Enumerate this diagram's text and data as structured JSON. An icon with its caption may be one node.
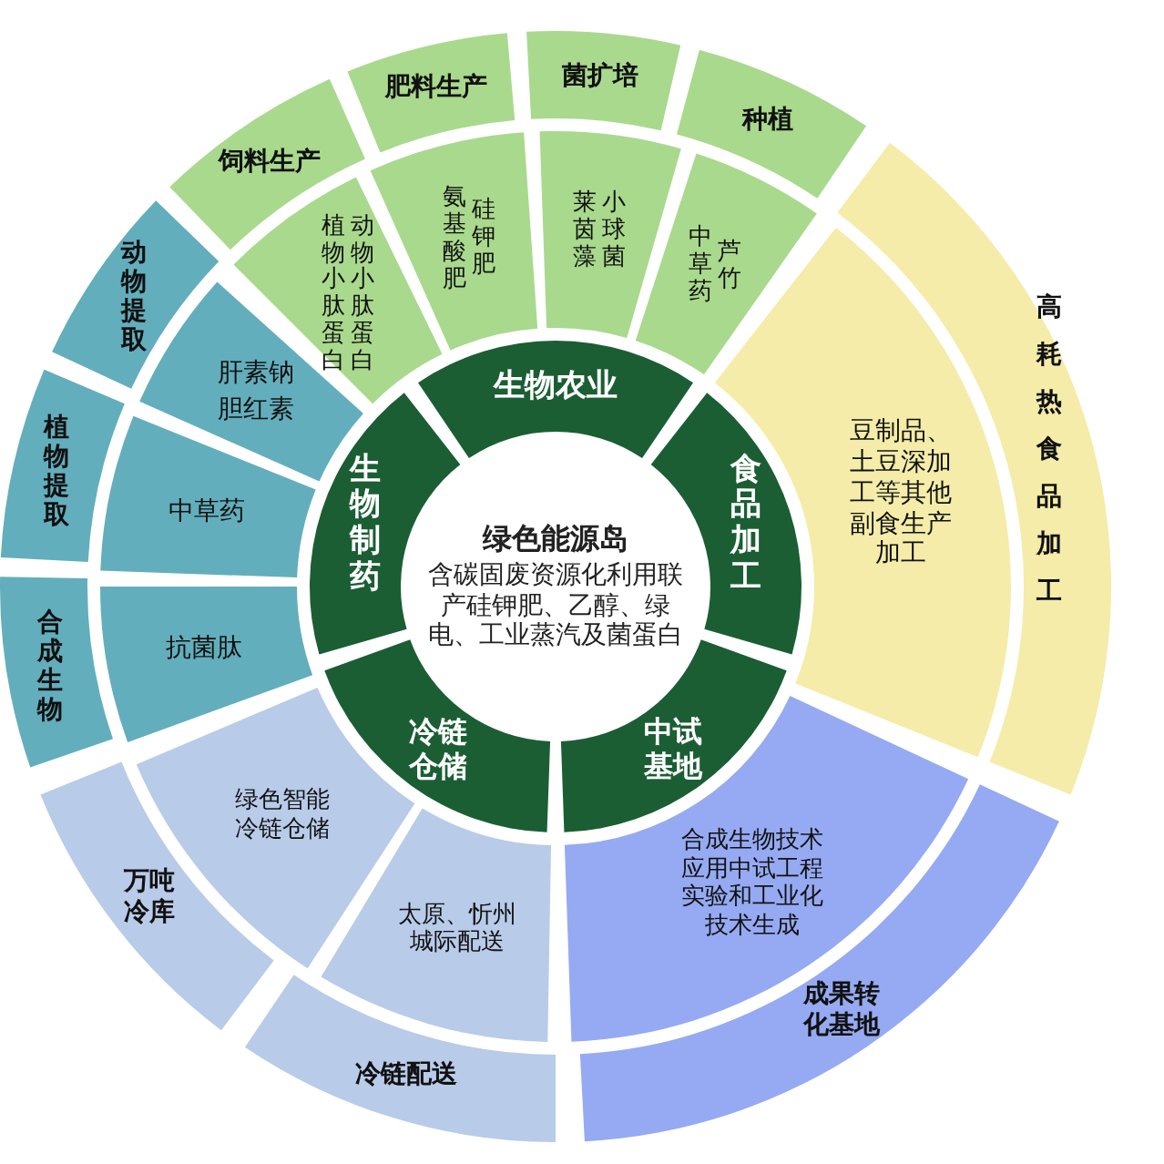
{
  "diagram": {
    "nodes": [
      {
        "text": [
          "绿色能源岛",
          "含碳固废资源化利用联产硅钾肥、乙醇、绿电、工业蒸汽及菌蛋白"
        ]
      },
      {
        "text": [
          "生物农业"
        ]
      },
      {
        "text": [
          "食品加工"
        ]
      },
      {
        "text": [
          "中试基地"
        ]
      },
      {
        "text": [
          "冷链仓储"
        ]
      },
      {
        "text": [
          "生物制药"
        ]
      },
      {
        "text": [
          "植物小肽蛋白",
          "动物小肽蛋白"
        ]
      },
      {
        "text": [
          "氨基酸肥",
          "硅钾肥"
        ]
      },
      {
        "text": [
          "莱茵藻",
          "小球菌"
        ]
      },
      {
        "text": [
          "中草药",
          "芦竹"
        ]
      },
      {
        "text": [
          "豆制品、土豆深加工等其他副食生产加工"
        ]
      },
      {
        "text": [
          "合成生物技术应用中试工程实验和工业化技术生成"
        ]
      },
      {
        "text": [
          "太原、忻州城际配送"
        ]
      },
      {
        "text": [
          "绿色智能冷链仓储"
        ]
      },
      {
        "text": [
          "抗菌肽"
        ]
      },
      {
        "text": [
          "中草药"
        ]
      },
      {
        "text": [
          "肝素钠",
          "胆红素"
        ]
      },
      {
        "text": [
          "饲料生产"
        ]
      },
      {
        "text": [
          "肥料生产"
        ]
      },
      {
        "text": [
          "菌扩培"
        ]
      },
      {
        "text": [
          "种植"
        ]
      },
      {
        "text": [
          "高耗热食品加工"
        ]
      },
      {
        "text": [
          "成果转化基地"
        ]
      },
      {
        "text": [
          "冷链配送"
        ]
      },
      {
        "text": [
          "万吨冷库"
        ]
      },
      {
        "text": [
          "合成生物"
        ]
      },
      {
        "text": [
          "植物提取"
        ]
      },
      {
        "text": [
          "动物提取"
        ]
      }
    ]
  }
}
